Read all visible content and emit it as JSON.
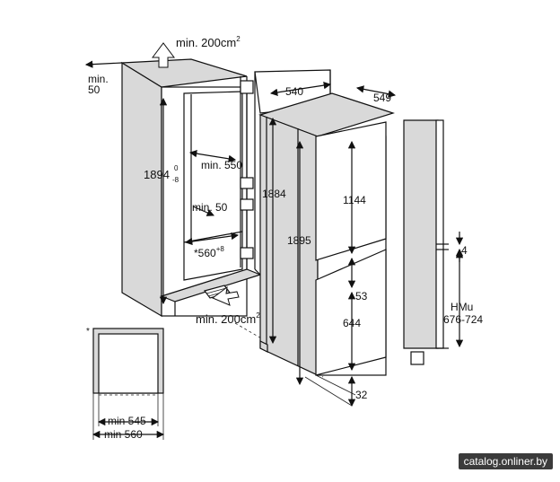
{
  "labels": {
    "min_200_top": "min. 200cm",
    "min_200_top_sup": "2",
    "min_50_side": "min.",
    "min_50_side_val": "50",
    "h_1894": "1894",
    "h_1894_tol_up": "0",
    "h_1894_tol_dn": "-8",
    "min_550": "min. 550",
    "min_50_inner": "min. 50",
    "w_560": "*560",
    "w_560_tol": "+8",
    "min_200_bottom": "min. 200cm",
    "min_200_bottom_sup": "2",
    "d_540": "540",
    "d_549": "549",
    "h_1884": "1884",
    "h_1895": "1895",
    "h_1144": "1144",
    "h_53": "53",
    "h_644": "644",
    "h_32": "32",
    "gap_4": "4",
    "hmu": "HMu",
    "hmu_range": "676-724",
    "detail_mark": "*",
    "min_545": "min 545",
    "min_560": "min 560"
  },
  "watermark": "catalog.onliner.by"
}
